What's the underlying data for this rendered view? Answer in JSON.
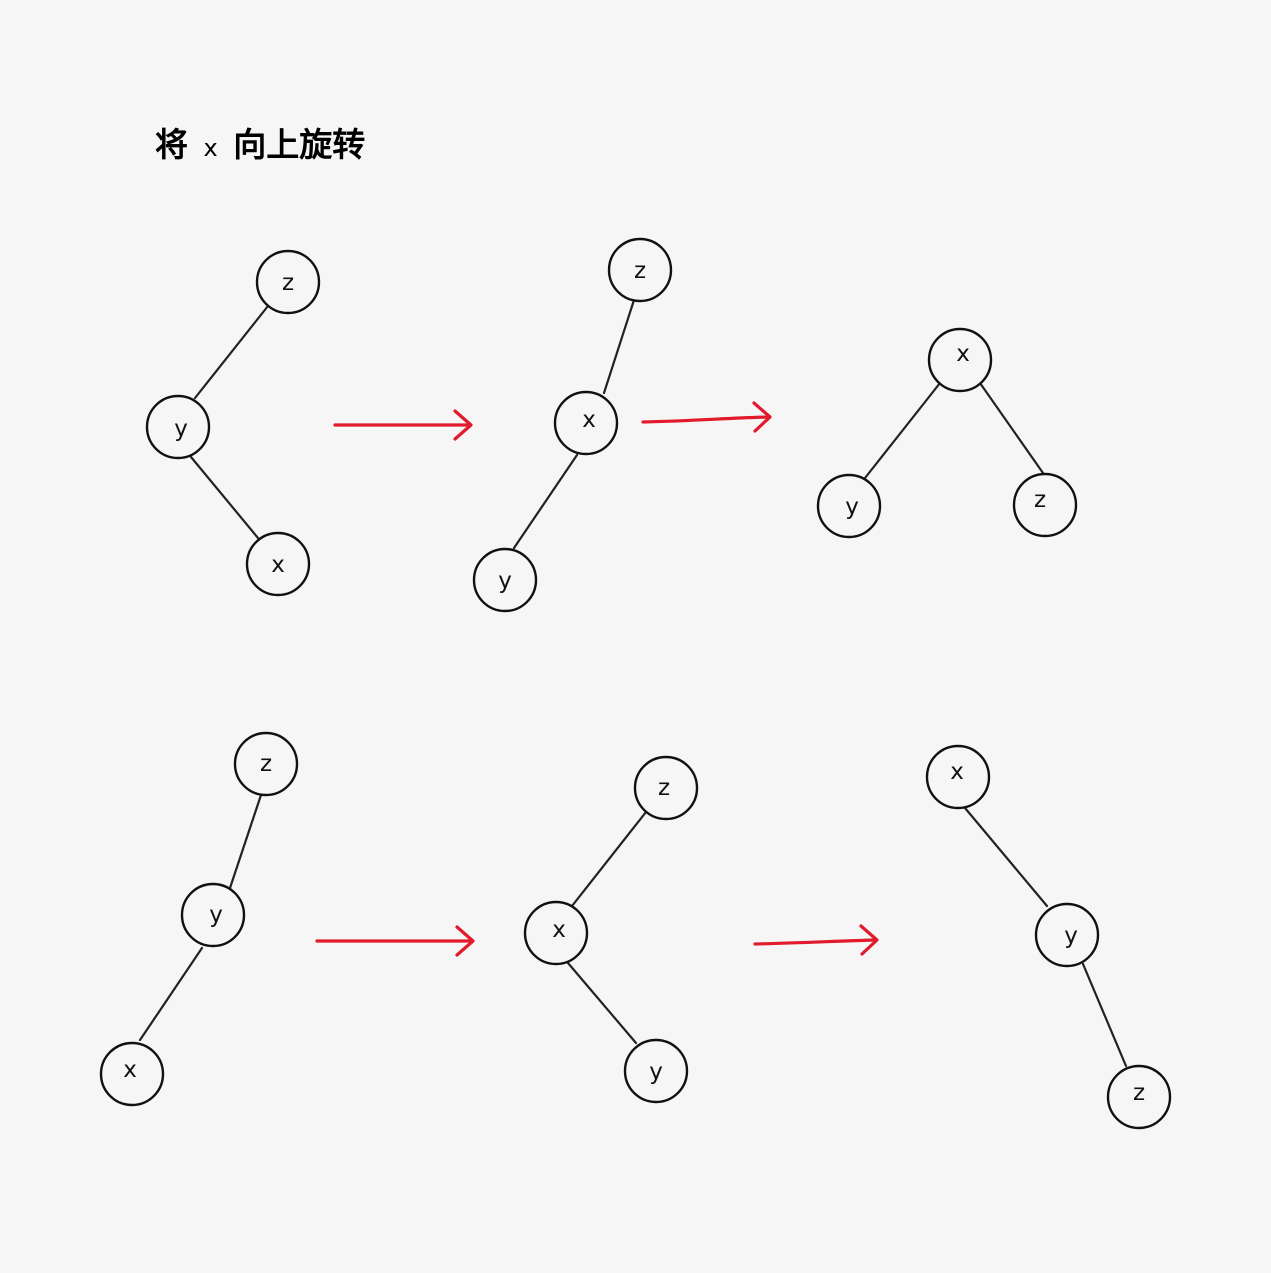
{
  "title": {
    "before": "将",
    "variable": "x",
    "after": "向上旋转"
  },
  "colors": {
    "background": "#f6f6f6",
    "arrow": "#e11a2c",
    "stroke": "#111111"
  },
  "labels": {
    "x": "x",
    "y": "y",
    "z": "z"
  }
}
